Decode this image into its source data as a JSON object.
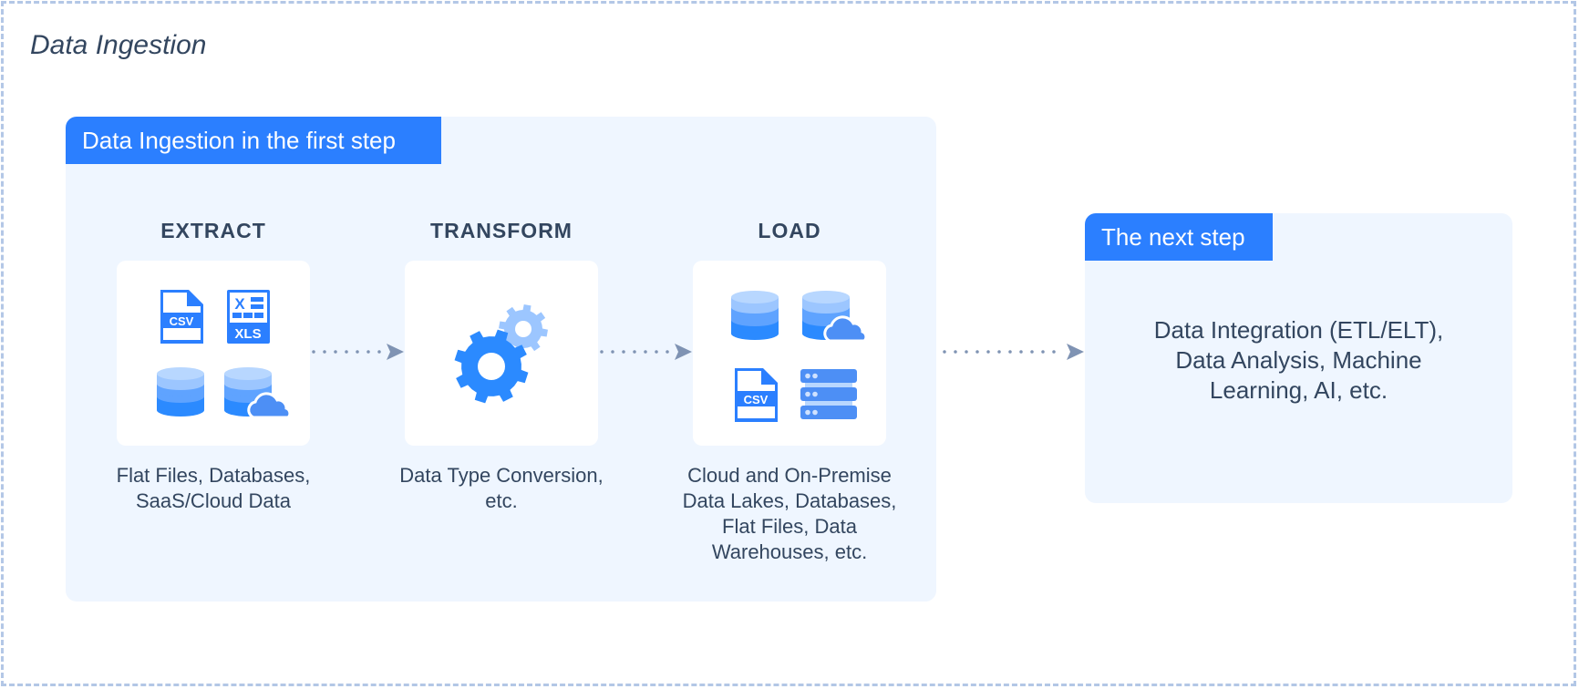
{
  "page_title": "Data Ingestion",
  "first_panel": {
    "title": "Data Ingestion in the first step",
    "stages": [
      {
        "label": "EXTRACT",
        "icons": [
          "csv-file-icon",
          "xls-file-icon",
          "database-icon",
          "cloud-database-icon"
        ],
        "caption_lines": [
          "Flat Files, Databases,",
          "SaaS/Cloud Data"
        ]
      },
      {
        "label": "TRANSFORM",
        "icons": [
          "gears-icon"
        ],
        "caption_lines": [
          "Data Type Conversion,",
          "etc."
        ]
      },
      {
        "label": "LOAD",
        "icons": [
          "database-icon",
          "cloud-database-icon",
          "csv-file-icon",
          "server-rack-icon"
        ],
        "caption_lines": [
          "Cloud and On-Premise",
          "Data Lakes, Databases,",
          "Flat Files, Data",
          "Warehouses, etc."
        ]
      }
    ]
  },
  "next_panel": {
    "title": "The next step",
    "text_lines": [
      "Data Integration (ETL/ELT),",
      "Data Analysis, Machine",
      "Learning, AI, etc."
    ]
  },
  "icon_text": {
    "csv": "CSV",
    "xls": "XLS",
    "x": "X"
  },
  "colors": {
    "accent": "#2B7FFF",
    "panel_bg": "#EFF6FF",
    "text": "#33465F",
    "arrow": "#7F93B3",
    "border": "#B3C7E6"
  }
}
